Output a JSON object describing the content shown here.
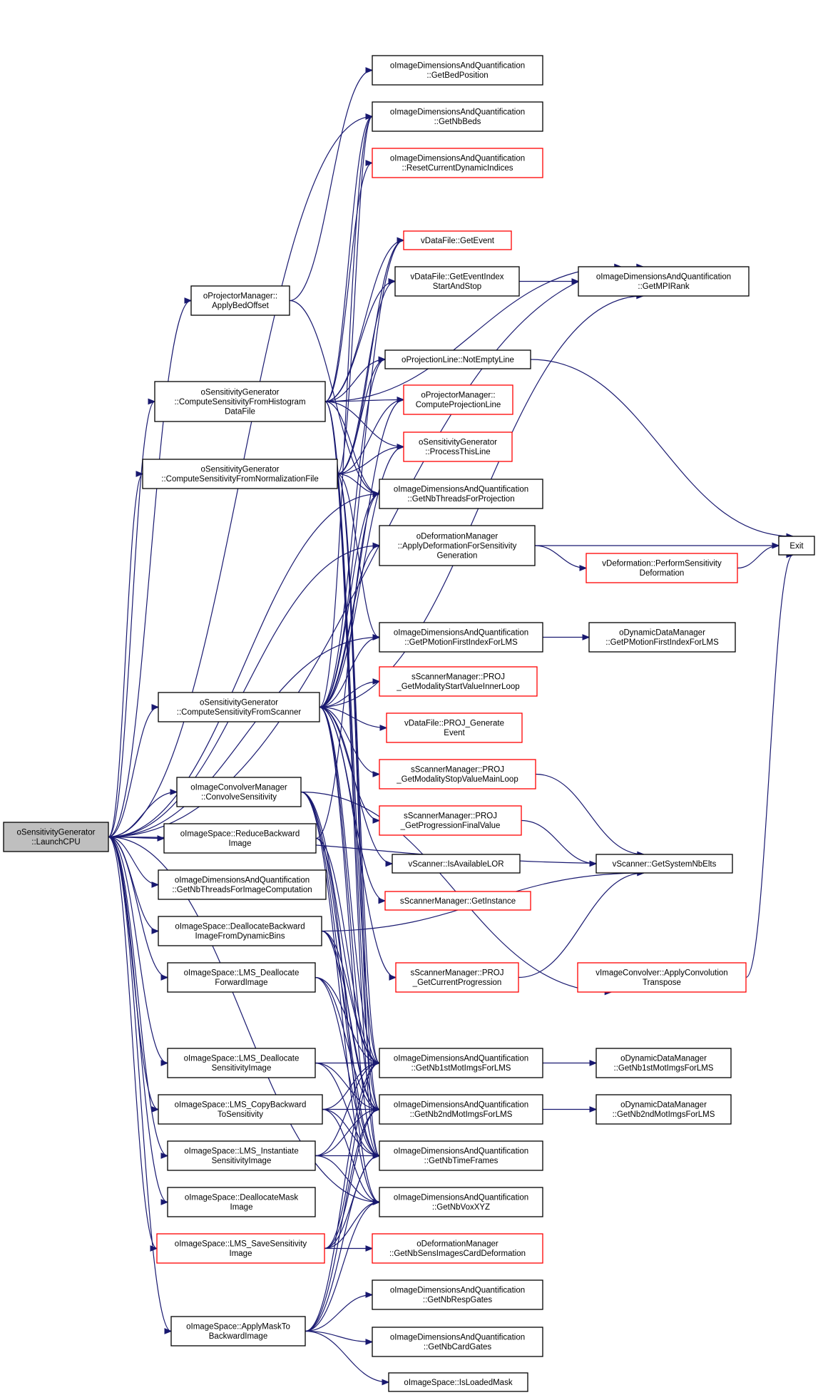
{
  "colors": {
    "edge": "#191970",
    "node_border": "#000000",
    "truncated_node_border": "#ff0000",
    "root_fill": "#bfbfbf",
    "background": "#ffffff"
  },
  "nodes": [
    {
      "id": "root",
      "lines": [
        "oSensitivityGenerator",
        "::LaunchCPU"
      ],
      "style": "gray"
    },
    {
      "id": "getBedPosition",
      "lines": [
        "oImageDimensionsAndQuantification",
        "::GetBedPosition"
      ],
      "style": "black"
    },
    {
      "id": "getNbBeds",
      "lines": [
        "oImageDimensionsAndQuantification",
        "::GetNbBeds"
      ],
      "style": "black"
    },
    {
      "id": "resetDyn",
      "lines": [
        "oImageDimensionsAndQuantification",
        "::ResetCurrentDynamicIndices"
      ],
      "style": "red"
    },
    {
      "id": "getEvent",
      "lines": [
        "vDataFile::GetEvent"
      ],
      "style": "red"
    },
    {
      "id": "getEventIndex",
      "lines": [
        "vDataFile::GetEventIndex",
        "StartAndStop"
      ],
      "style": "black"
    },
    {
      "id": "getMPIRank",
      "lines": [
        "oImageDimensionsAndQuantification",
        "::GetMPIRank"
      ],
      "style": "black"
    },
    {
      "id": "applyBedOffset",
      "lines": [
        "oProjectorManager::",
        "ApplyBedOffset"
      ],
      "style": "black"
    },
    {
      "id": "notEmptyLine",
      "lines": [
        "oProjectionLine::NotEmptyLine"
      ],
      "style": "black"
    },
    {
      "id": "computeHisto",
      "lines": [
        "oSensitivityGenerator",
        "::ComputeSensitivityFromHistogram",
        "DataFile"
      ],
      "style": "black"
    },
    {
      "id": "computeProjLine",
      "lines": [
        "oProjectorManager::",
        "ComputeProjectionLine"
      ],
      "style": "red"
    },
    {
      "id": "processThisLine",
      "lines": [
        "oSensitivityGenerator",
        "::ProcessThisLine"
      ],
      "style": "red"
    },
    {
      "id": "computeNorm",
      "lines": [
        "oSensitivityGenerator",
        "::ComputeSensitivityFromNormalizationFile"
      ],
      "style": "black"
    },
    {
      "id": "nbThreadsProj",
      "lines": [
        "oImageDimensionsAndQuantification",
        "::GetNbThreadsForProjection"
      ],
      "style": "black"
    },
    {
      "id": "applyDeform",
      "lines": [
        "oDeformationManager",
        "::ApplyDeformationForSensitivity",
        "Generation"
      ],
      "style": "black"
    },
    {
      "id": "exit",
      "lines": [
        "Exit"
      ],
      "style": "black"
    },
    {
      "id": "perfSensDeform",
      "lines": [
        "vDeformation::PerformSensitivity",
        "Deformation"
      ],
      "style": "red"
    },
    {
      "id": "pMotionFirst",
      "lines": [
        "oImageDimensionsAndQuantification",
        "::GetPMotionFirstIndexForLMS"
      ],
      "style": "black"
    },
    {
      "id": "dynPMotionFirst",
      "lines": [
        "oDynamicDataManager",
        "::GetPMotionFirstIndexForLMS"
      ],
      "style": "black"
    },
    {
      "id": "computeScanner",
      "lines": [
        "oSensitivityGenerator",
        "::ComputeSensitivityFromScanner"
      ],
      "style": "black"
    },
    {
      "id": "modStartValue",
      "lines": [
        "sScannerManager::PROJ",
        "_GetModalityStartValueInnerLoop"
      ],
      "style": "red"
    },
    {
      "id": "projGenerate",
      "lines": [
        "vDataFile::PROJ_Generate",
        "Event"
      ],
      "style": "red"
    },
    {
      "id": "modStopValue",
      "lines": [
        "sScannerManager::PROJ",
        "_GetModalityStopValueMainLoop"
      ],
      "style": "red"
    },
    {
      "id": "convolveSens",
      "lines": [
        "oImageConvolverManager",
        "::ConvolveSensitivity"
      ],
      "style": "black"
    },
    {
      "id": "progFinal",
      "lines": [
        "sScannerManager::PROJ",
        "_GetProgressionFinalValue"
      ],
      "style": "red"
    },
    {
      "id": "reduceBackward",
      "lines": [
        "oImageSpace::ReduceBackward",
        "Image"
      ],
      "style": "black"
    },
    {
      "id": "isAvailableLOR",
      "lines": [
        "vScanner::IsAvailableLOR"
      ],
      "style": "black"
    },
    {
      "id": "getSystemNbElts",
      "lines": [
        "vScanner::GetSystemNbElts"
      ],
      "style": "black"
    },
    {
      "id": "nbThreadsImg",
      "lines": [
        "oImageDimensionsAndQuantification",
        "::GetNbThreadsForImageComputation"
      ],
      "style": "black"
    },
    {
      "id": "getInstance",
      "lines": [
        "sScannerManager::GetInstance"
      ],
      "style": "red"
    },
    {
      "id": "deallocBackward",
      "lines": [
        "oImageSpace::DeallocateBackward",
        "ImageFromDynamicBins"
      ],
      "style": "black"
    },
    {
      "id": "curProgression",
      "lines": [
        "sScannerManager::PROJ",
        "_GetCurrentProgression"
      ],
      "style": "red"
    },
    {
      "id": "applyConvTranspose",
      "lines": [
        "vImageConvolver::ApplyConvolution",
        "Transpose"
      ],
      "style": "red"
    },
    {
      "id": "lmsDeallocFwd",
      "lines": [
        "oImageSpace::LMS_Deallocate",
        "ForwardImage"
      ],
      "style": "black"
    },
    {
      "id": "nb1stMot",
      "lines": [
        "oImageDimensionsAndQuantification",
        "::GetNb1stMotImgsForLMS"
      ],
      "style": "black"
    },
    {
      "id": "dynNb1stMot",
      "lines": [
        "oDynamicDataManager",
        "::GetNb1stMotImgsForLMS"
      ],
      "style": "black"
    },
    {
      "id": "lmsDeallocSens",
      "lines": [
        "oImageSpace::LMS_Deallocate",
        "SensitivityImage"
      ],
      "style": "black"
    },
    {
      "id": "nb2ndMot",
      "lines": [
        "oImageDimensionsAndQuantification",
        "::GetNb2ndMotImgsForLMS"
      ],
      "style": "black"
    },
    {
      "id": "dynNb2ndMot",
      "lines": [
        "oDynamicDataManager",
        "::GetNb2ndMotImgsForLMS"
      ],
      "style": "black"
    },
    {
      "id": "lmsCopyBackward",
      "lines": [
        "oImageSpace::LMS_CopyBackward",
        "ToSensitivity"
      ],
      "style": "black"
    },
    {
      "id": "nbTimeFrames",
      "lines": [
        "oImageDimensionsAndQuantification",
        "::GetNbTimeFrames"
      ],
      "style": "black"
    },
    {
      "id": "lmsInstantiate",
      "lines": [
        "oImageSpace::LMS_Instantiate",
        "SensitivityImage"
      ],
      "style": "black"
    },
    {
      "id": "deallocMask",
      "lines": [
        "oImageSpace::DeallocateMask",
        "Image"
      ],
      "style": "black"
    },
    {
      "id": "nbVoxXYZ",
      "lines": [
        "oImageDimensionsAndQuantification",
        "::GetNbVoxXYZ"
      ],
      "style": "black"
    },
    {
      "id": "lmsSaveSens",
      "lines": [
        "oImageSpace::LMS_SaveSensitivity",
        "Image"
      ],
      "style": "red"
    },
    {
      "id": "nbSensImagesCard",
      "lines": [
        "oDeformationManager",
        "::GetNbSensImagesCardDeformation"
      ],
      "style": "red"
    },
    {
      "id": "nbRespGates",
      "lines": [
        "oImageDimensionsAndQuantification",
        "::GetNbRespGates"
      ],
      "style": "black"
    },
    {
      "id": "applyMaskTo",
      "lines": [
        "oImageSpace::ApplyMaskTo",
        "BackwardImage"
      ],
      "style": "black"
    },
    {
      "id": "nbCardGates",
      "lines": [
        "oImageDimensionsAndQuantification",
        "::GetNbCardGates"
      ],
      "style": "black"
    },
    {
      "id": "isLoadedMask",
      "lines": [
        "oImageSpace::IsLoadedMask"
      ],
      "style": "black"
    }
  ],
  "edges": [
    [
      "root",
      "getMPIRank"
    ],
    [
      "root",
      "getNbBeds"
    ],
    [
      "root",
      "applyBedOffset"
    ],
    [
      "root",
      "computeHisto"
    ],
    [
      "root",
      "computeNorm"
    ],
    [
      "root",
      "computeScanner"
    ],
    [
      "root",
      "convolveSens"
    ],
    [
      "root",
      "reduceBackward"
    ],
    [
      "root",
      "nbThreadsImg"
    ],
    [
      "root",
      "deallocBackward"
    ],
    [
      "root",
      "lmsDeallocFwd"
    ],
    [
      "root",
      "lmsDeallocSens"
    ],
    [
      "root",
      "lmsCopyBackward"
    ],
    [
      "root",
      "lmsInstantiate"
    ],
    [
      "root",
      "deallocMask"
    ],
    [
      "root",
      "lmsSaveSens"
    ],
    [
      "root",
      "applyMaskTo"
    ],
    [
      "root",
      "pMotionFirst"
    ],
    [
      "root",
      "applyDeform"
    ],
    [
      "root",
      "nbThreadsProj"
    ],
    [
      "root",
      "getSystemNbElts"
    ],
    [
      "root",
      "nbVoxXYZ"
    ],
    [
      "applyBedOffset",
      "getBedPosition"
    ],
    [
      "applyBedOffset",
      "nbThreadsProj"
    ],
    [
      "computeHisto",
      "getNbBeds"
    ],
    [
      "computeHisto",
      "resetDyn"
    ],
    [
      "computeHisto",
      "getEvent"
    ],
    [
      "computeHisto",
      "getEventIndex"
    ],
    [
      "computeHisto",
      "notEmptyLine"
    ],
    [
      "computeHisto",
      "computeProjLine"
    ],
    [
      "computeHisto",
      "processThisLine"
    ],
    [
      "computeHisto",
      "nbThreadsProj"
    ],
    [
      "computeHisto",
      "getMPIRank"
    ],
    [
      "computeHisto",
      "nb1stMot"
    ],
    [
      "computeHisto",
      "nb2ndMot"
    ],
    [
      "computeHisto",
      "nbTimeFrames"
    ],
    [
      "computeNorm",
      "getNbBeds"
    ],
    [
      "computeNorm",
      "getEvent"
    ],
    [
      "computeNorm",
      "getEventIndex"
    ],
    [
      "computeNorm",
      "notEmptyLine"
    ],
    [
      "computeNorm",
      "computeProjLine"
    ],
    [
      "computeNorm",
      "processThisLine"
    ],
    [
      "computeNorm",
      "nbThreadsProj"
    ],
    [
      "computeNorm",
      "pMotionFirst"
    ],
    [
      "computeNorm",
      "nb1stMot"
    ],
    [
      "computeNorm",
      "nb2ndMot"
    ],
    [
      "computeNorm",
      "nbTimeFrames"
    ],
    [
      "computeScanner",
      "getNbBeds"
    ],
    [
      "computeScanner",
      "getEvent"
    ],
    [
      "computeScanner",
      "notEmptyLine"
    ],
    [
      "computeScanner",
      "computeProjLine"
    ],
    [
      "computeScanner",
      "processThisLine"
    ],
    [
      "computeScanner",
      "nbThreadsProj"
    ],
    [
      "computeScanner",
      "applyDeform"
    ],
    [
      "computeScanner",
      "pMotionFirst"
    ],
    [
      "computeScanner",
      "modStartValue"
    ],
    [
      "computeScanner",
      "projGenerate"
    ],
    [
      "computeScanner",
      "modStopValue"
    ],
    [
      "computeScanner",
      "progFinal"
    ],
    [
      "computeScanner",
      "isAvailableLOR"
    ],
    [
      "computeScanner",
      "getInstance"
    ],
    [
      "computeScanner",
      "curProgression"
    ],
    [
      "computeScanner",
      "nb1stMot"
    ],
    [
      "computeScanner",
      "nb2ndMot"
    ],
    [
      "computeScanner",
      "nbTimeFrames"
    ],
    [
      "computeScanner",
      "getMPIRank"
    ],
    [
      "getEventIndex",
      "getMPIRank"
    ],
    [
      "notEmptyLine",
      "exit"
    ],
    [
      "applyDeform",
      "exit"
    ],
    [
      "applyDeform",
      "perfSensDeform"
    ],
    [
      "perfSensDeform",
      "exit"
    ],
    [
      "pMotionFirst",
      "dynPMotionFirst"
    ],
    [
      "modStopValue",
      "getSystemNbElts"
    ],
    [
      "progFinal",
      "getSystemNbElts"
    ],
    [
      "curProgression",
      "getSystemNbElts"
    ],
    [
      "applyConvTranspose",
      "exit"
    ],
    [
      "nb1stMot",
      "dynNb1stMot"
    ],
    [
      "nb2ndMot",
      "dynNb2ndMot"
    ],
    [
      "convolveSens",
      "applyConvTranspose"
    ],
    [
      "convolveSens",
      "nb1stMot"
    ],
    [
      "convolveSens",
      "nb2ndMot"
    ],
    [
      "convolveSens",
      "nbTimeFrames"
    ],
    [
      "convolveSens",
      "nbVoxXYZ"
    ],
    [
      "reduceBackward",
      "nbThreadsProj"
    ],
    [
      "reduceBackward",
      "nb1stMot"
    ],
    [
      "reduceBackward",
      "nbVoxXYZ"
    ],
    [
      "deallocBackward",
      "nb1stMot"
    ],
    [
      "deallocBackward",
      "nb2ndMot"
    ],
    [
      "deallocBackward",
      "nbTimeFrames"
    ],
    [
      "deallocBackward",
      "getSystemNbElts"
    ],
    [
      "lmsDeallocFwd",
      "nb1stMot"
    ],
    [
      "lmsDeallocFwd",
      "nb2ndMot"
    ],
    [
      "lmsDeallocFwd",
      "nbTimeFrames"
    ],
    [
      "lmsDeallocSens",
      "nb1stMot"
    ],
    [
      "lmsDeallocSens",
      "nb2ndMot"
    ],
    [
      "lmsDeallocSens",
      "nbTimeFrames"
    ],
    [
      "lmsCopyBackward",
      "nb1stMot"
    ],
    [
      "lmsCopyBackward",
      "nb2ndMot"
    ],
    [
      "lmsCopyBackward",
      "nbTimeFrames"
    ],
    [
      "lmsCopyBackward",
      "nbVoxXYZ"
    ],
    [
      "lmsInstantiate",
      "nb1stMot"
    ],
    [
      "lmsInstantiate",
      "nb2ndMot"
    ],
    [
      "lmsInstantiate",
      "nbTimeFrames"
    ],
    [
      "lmsInstantiate",
      "nbVoxXYZ"
    ],
    [
      "lmsSaveSens",
      "nb1stMot"
    ],
    [
      "lmsSaveSens",
      "nb2ndMot"
    ],
    [
      "lmsSaveSens",
      "nbTimeFrames"
    ],
    [
      "lmsSaveSens",
      "nbVoxXYZ"
    ],
    [
      "lmsSaveSens",
      "nbSensImagesCard"
    ],
    [
      "applyMaskTo",
      "nb1stMot"
    ],
    [
      "applyMaskTo",
      "nb2ndMot"
    ],
    [
      "applyMaskTo",
      "nbTimeFrames"
    ],
    [
      "applyMaskTo",
      "nbVoxXYZ"
    ],
    [
      "applyMaskTo",
      "nbRespGates"
    ],
    [
      "applyMaskTo",
      "nbCardGates"
    ],
    [
      "applyMaskTo",
      "isLoadedMask"
    ]
  ]
}
